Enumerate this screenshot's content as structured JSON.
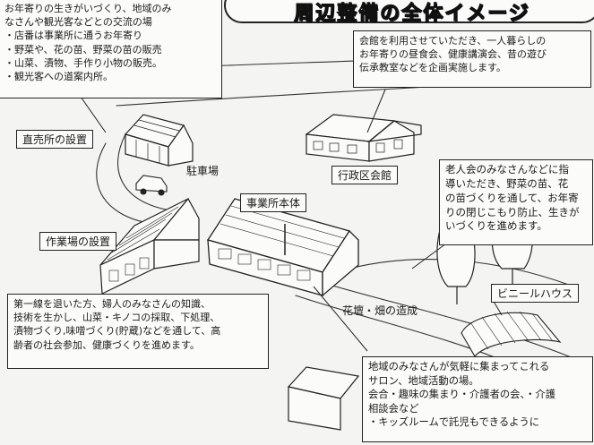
{
  "title": "周辺整備の全体イメージ",
  "exchange_box": {
    "lines": [
      "お年寄りの生きがいづくり、地域のみ",
      "なさんや観光客などとの交流の場",
      "・店番は事業所に通うお年寄り",
      "・野菜や、花の苗、野菜の苗の販売",
      "・山菜、漬物、手作り小物の販売。",
      "・観光客への道案内所。"
    ]
  },
  "hall_box": {
    "lines": [
      "会館を利用させていただき、一人暮らしの",
      "お年寄りの昼食会、健康講演会、昔の遊び",
      "伝承教室などを企画実施します。"
    ]
  },
  "elders_box": {
    "lines": [
      "老人会のみなさんなどに指",
      "導いただき、野菜の苗、花",
      "の苗づくりを通して、お年寄",
      "りの閉じこもり防止、生きが",
      "いづくりを進めます。"
    ]
  },
  "retired_box": {
    "lines": [
      "第一線を退いた方、婦人のみなさんの知識、",
      "技術を生かし、山菜・キノコの採取、下処理、",
      "漬物づくり,味噌づくり(貯蔵)などを通して、高",
      "齢者の社会参加、健康づくりを進めます。"
    ]
  },
  "salon_box": {
    "lines": [
      "地域のみなさんが気軽に集まってこれる",
      "サロン、地域活動の場。",
      "会合・趣味の集まり・介護者の会、・介護",
      "相談会など",
      "・キッズルームで託児もできるように"
    ]
  },
  "labels": {
    "direct_shop": "直売所の設置",
    "parking": "駐車場",
    "admin_hall": "行政区会館",
    "main_office": "事業所本体",
    "workshop": "作業場の設置",
    "greenhouse": "ビニールハウス",
    "flowerbed": "花壇・畑の造成"
  }
}
